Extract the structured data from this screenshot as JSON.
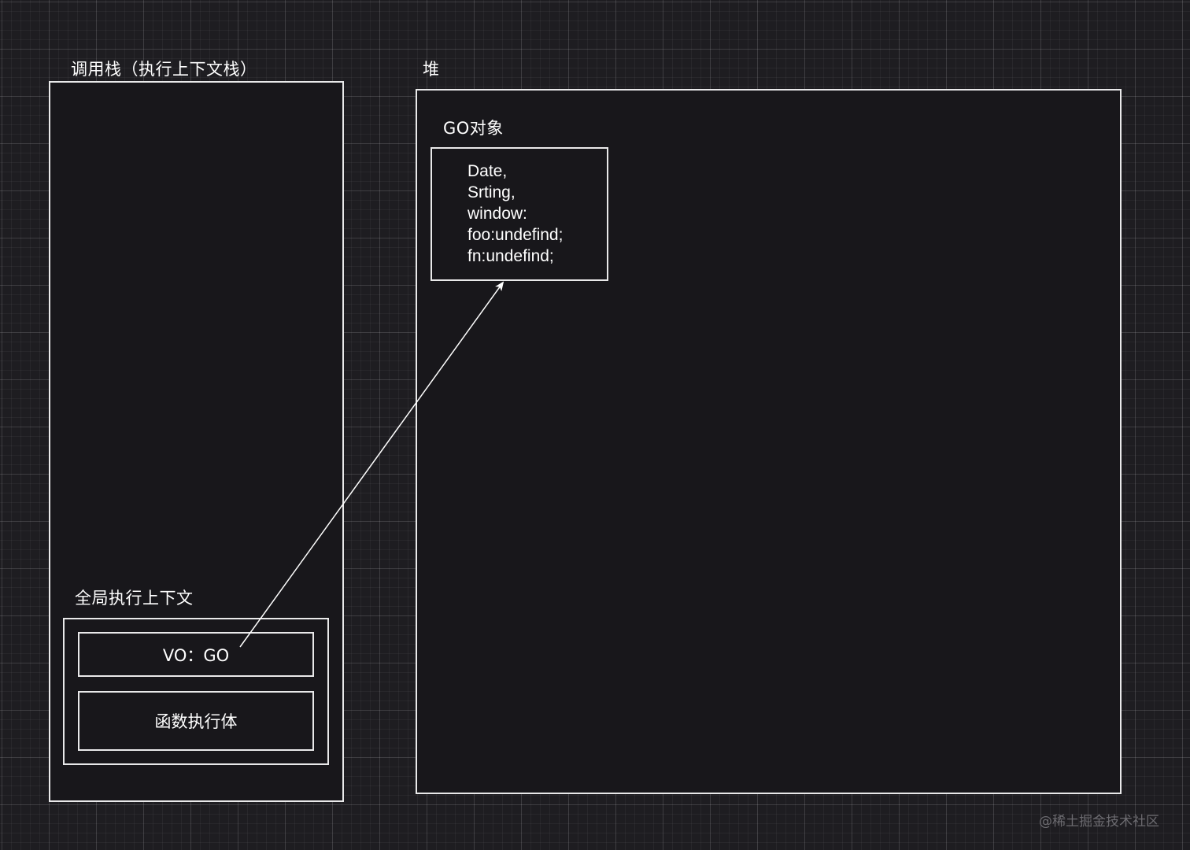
{
  "call_stack": {
    "title": "调用栈（执行上下文栈）",
    "global_context": {
      "title": "全局执行上下文",
      "vo_label": "VO：GO",
      "function_body_label": "函数执行体"
    }
  },
  "heap": {
    "title": "堆",
    "go_object": {
      "title": "GO对象",
      "properties": [
        "Date,",
        "Srting,",
        "window:",
        "foo:undefind;",
        "fn:undefind;"
      ]
    }
  },
  "watermark": "@稀土掘金技术社区",
  "colors": {
    "background": "#1e1d21",
    "line": "#e9e9ea",
    "text": "#ffffff",
    "watermark": "#6c6b70"
  }
}
